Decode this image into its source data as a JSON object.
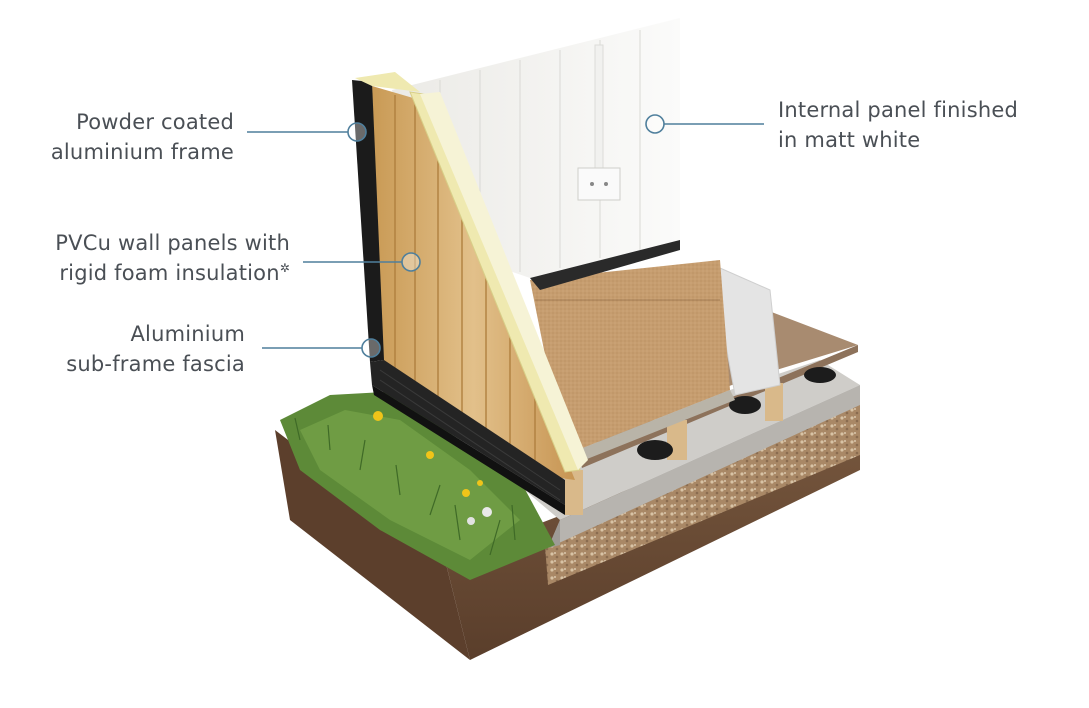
{
  "callouts": [
    {
      "id": "frame",
      "lines": [
        "Powder coated",
        "aluminium frame"
      ]
    },
    {
      "id": "panels",
      "lines": [
        "PVCu wall panels with",
        "rigid foam insulation"
      ],
      "marker": "✲"
    },
    {
      "id": "fascia",
      "lines": [
        "Aluminium",
        "sub-frame fascia"
      ]
    },
    {
      "id": "internal",
      "lines": [
        "Internal panel finished",
        "in matt white"
      ]
    }
  ],
  "colors": {
    "callout_line": "#4f7f9c",
    "text": "#4a4f55",
    "frame": "#1c1c1c",
    "wood_panel": "#d8b378",
    "foam": "#efe9b0",
    "interior_white": "#f7f7f5",
    "floor_board": "#c49a6c",
    "decking": "#a58a70",
    "concrete": "#c9c7c3",
    "gravel": "#b79a7a",
    "soil": "#6f4f38",
    "grass": "#5e8a3a"
  }
}
